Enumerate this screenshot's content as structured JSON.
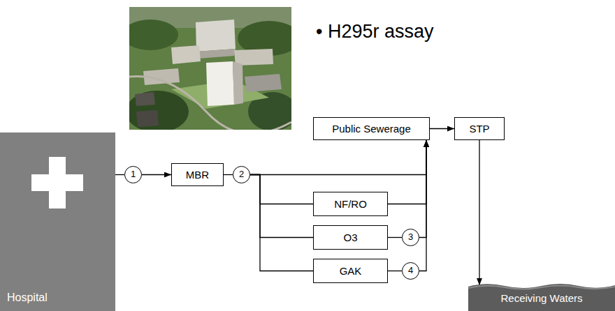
{
  "diagram": {
    "nodes": [
      {
        "text": [
          "Hospital"
        ]
      },
      {
        "text": [
          "1"
        ]
      },
      {
        "text": [
          "MBR"
        ]
      },
      {
        "text": [
          "2"
        ]
      },
      {
        "text": [
          "Public Sewerage"
        ]
      },
      {
        "text": [
          "STP"
        ]
      },
      {
        "text": [
          "NF/RO"
        ]
      },
      {
        "text": [
          "O3"
        ]
      },
      {
        "text": [
          "3"
        ]
      },
      {
        "text": [
          "GAK"
        ]
      },
      {
        "text": [
          "4"
        ]
      },
      {
        "text": [
          "Receiving Waters"
        ]
      }
    ],
    "edges": [
      {
        "from": 0,
        "to": 1,
        "arrow": "none"
      },
      {
        "from": 1,
        "to": 2,
        "arrow": "to"
      },
      {
        "from": 2,
        "to": 3,
        "arrow": "none"
      },
      {
        "from": 3,
        "to": 4,
        "arrow": "to"
      },
      {
        "from": 3,
        "to": 6,
        "arrow": "none"
      },
      {
        "from": 3,
        "to": 7,
        "arrow": "none"
      },
      {
        "from": 3,
        "to": 9,
        "arrow": "none"
      },
      {
        "from": 6,
        "to": 4,
        "arrow": "to"
      },
      {
        "from": 7,
        "to": 8,
        "arrow": "none"
      },
      {
        "from": 8,
        "to": 4,
        "arrow": "to"
      },
      {
        "from": 9,
        "to": 10,
        "arrow": "none"
      },
      {
        "from": 10,
        "to": 4,
        "arrow": "to"
      },
      {
        "from": 4,
        "to": 5,
        "arrow": "to"
      },
      {
        "from": 5,
        "to": 11,
        "arrow": "to"
      }
    ],
    "labels": [
      "• H295r assay"
    ]
  }
}
